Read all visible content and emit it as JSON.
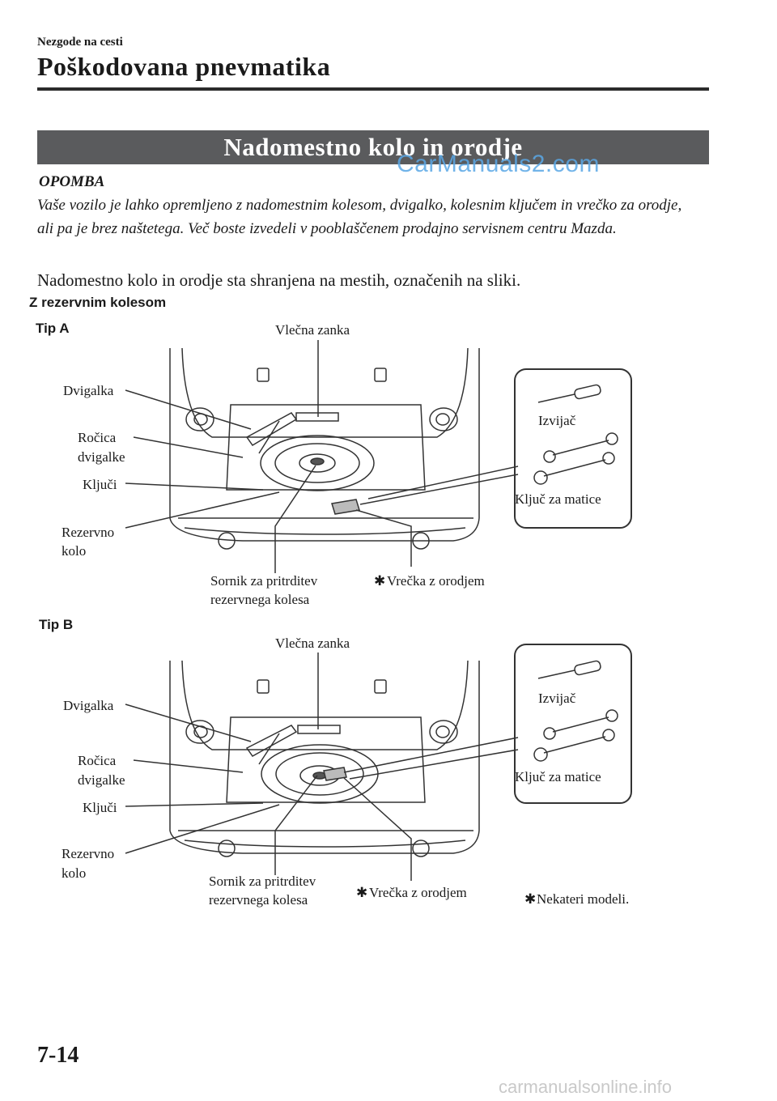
{
  "header": {
    "chapter": "Nezgode na cesti",
    "section": "Poškodovana pnevmatika"
  },
  "banner": {
    "title": "Nadomestno kolo in orodje"
  },
  "watermark_top": "CarManuals2.com",
  "note": {
    "title": "OPOMBA",
    "body": "Vaše vozilo je lahko opremljeno z nadomestnim kolesom, dvigalko, kolesnim ključem in vrečko za orodje, ali pa je brez naštetega. Več boste izvedeli v pooblaščenem prodajno servisnem centru Mazda."
  },
  "intro": "Nadomestno kolo in orodje sta shranjena na mestih, označenih na sliki.",
  "subheading": "Z rezervnim kolesom",
  "figureA": {
    "label": "Tip A",
    "tow_hook": "Vlečna zanka",
    "jack": "Dvigalka",
    "jack_handle_1": "Ročica",
    "jack_handle_2": "dvigalke",
    "keys": "Ključi",
    "spare_1": "Rezervno",
    "spare_2": "kolo",
    "bolt_1": "Sornik za pritrditev",
    "bolt_2": "rezervnega kolesa",
    "toolbag": "Vrečka z orodjem",
    "screwdriver": "Izvijač",
    "wrench": "Ključ za matice"
  },
  "figureB": {
    "label": "Tip B",
    "tow_hook": "Vlečna zanka",
    "jack": "Dvigalka",
    "jack_handle_1": "Ročica",
    "jack_handle_2": "dvigalke",
    "keys": "Ključi",
    "spare_1": "Rezervno",
    "spare_2": "kolo",
    "bolt_1": "Sornik za pritrditev",
    "bolt_2": "rezervnega kolesa",
    "toolbag": "Vrečka z orodjem",
    "screwdriver": "Izvijač",
    "wrench": "Ključ za matice",
    "footnote": "Nekateri modeli."
  },
  "page_number": "7-14",
  "watermark_bottom": "carmanualsonline.info"
}
